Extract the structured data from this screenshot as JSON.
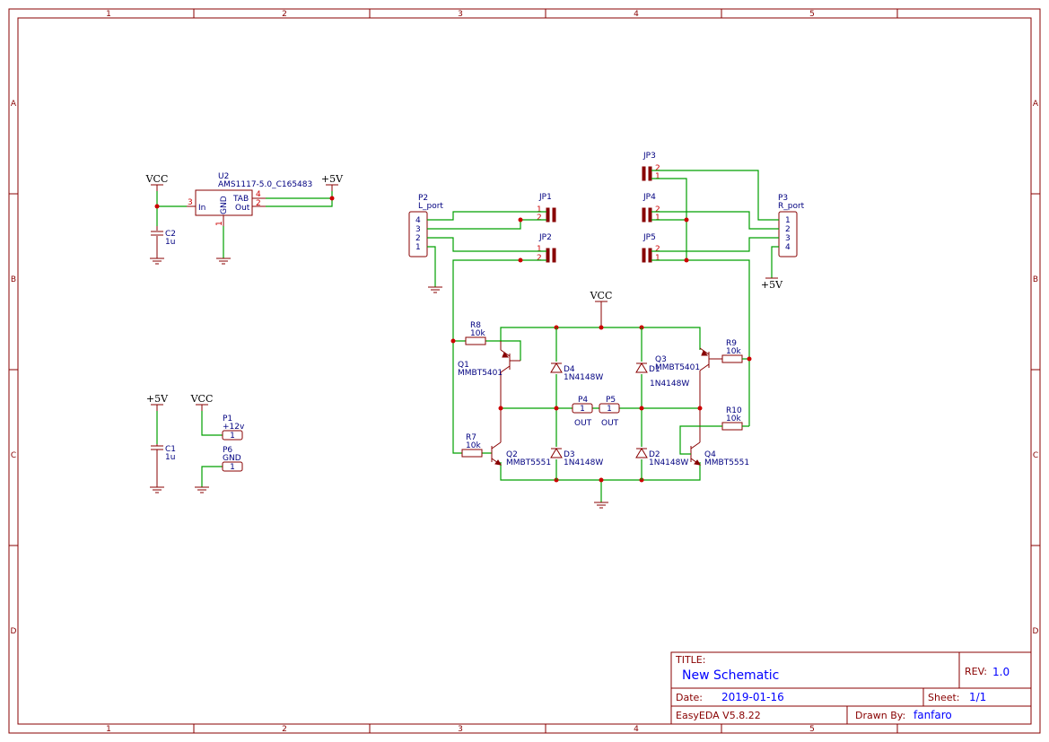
{
  "frame": {
    "columns": [
      "1",
      "2",
      "3",
      "4",
      "5"
    ],
    "rows": [
      "A",
      "B",
      "C",
      "D"
    ]
  },
  "title_block": {
    "title_label": "TITLE:",
    "title": "New Schematic",
    "rev_label": "REV:",
    "rev": "1.0",
    "date_label": "Date:",
    "date": "2019-01-16",
    "sheet_label": "Sheet:",
    "sheet": "1/1",
    "tool": "EasyEDA V5.8.22",
    "drawn_label": "Drawn By:",
    "drawn_by": "fanfaro"
  },
  "nets": {
    "vcc": "VCC",
    "plus5v": "+5V"
  },
  "components": {
    "u2": {
      "ref": "U2",
      "value": "AMS1117-5.0_C165483",
      "pin_in": "In",
      "pin_gnd": "GND",
      "pin_tab": "TAB",
      "pin_out": "Out",
      "num_in": "3",
      "num_gnd": "1",
      "num_tab": "4",
      "num_out": "2"
    },
    "c2": {
      "ref": "C2",
      "value": "1u"
    },
    "c1": {
      "ref": "C1",
      "value": "1u"
    },
    "p1": {
      "ref": "P1",
      "value": "+12v",
      "pin": "1"
    },
    "p6": {
      "ref": "P6",
      "value": "GND",
      "pin": "1"
    },
    "p2": {
      "ref": "P2",
      "value": "L_port",
      "pins": [
        "4",
        "3",
        "2",
        "1"
      ]
    },
    "p3": {
      "ref": "P3",
      "value": "R_port",
      "pins": [
        "1",
        "2",
        "3",
        "4"
      ]
    },
    "jp1": {
      "ref": "JP1",
      "pins": [
        "1",
        "2"
      ]
    },
    "jp2": {
      "ref": "JP2",
      "pins": [
        "1",
        "2"
      ]
    },
    "jp3": {
      "ref": "JP3",
      "pins": [
        "2",
        "1"
      ]
    },
    "jp4": {
      "ref": "JP4",
      "pins": [
        "2",
        "1"
      ]
    },
    "jp5": {
      "ref": "JP5",
      "pins": [
        "2",
        "1"
      ]
    },
    "r8": {
      "ref": "R8",
      "value": "10k"
    },
    "r7": {
      "ref": "R7",
      "value": "10k"
    },
    "r9": {
      "ref": "R9",
      "value": "10k"
    },
    "r10": {
      "ref": "R10",
      "value": "10k"
    },
    "q1": {
      "ref": "Q1",
      "value": "MMBT5401"
    },
    "q2": {
      "ref": "Q2",
      "value": "MMBT5551"
    },
    "q3": {
      "ref": "Q3",
      "value": "MMBT5401"
    },
    "q4": {
      "ref": "Q4",
      "value": "MMBT5551"
    },
    "d1": {
      "ref": "D1",
      "value": "1N4148W"
    },
    "d2": {
      "ref": "D2",
      "value": "1N4148W"
    },
    "d3": {
      "ref": "D3",
      "value": "1N4148W"
    },
    "d4": {
      "ref": "D4",
      "value": "1N4148W"
    },
    "p4": {
      "ref": "P4",
      "value": "OUT",
      "pin": "1"
    },
    "p5": {
      "ref": "P5",
      "value": "OUT",
      "pin": "1"
    }
  }
}
